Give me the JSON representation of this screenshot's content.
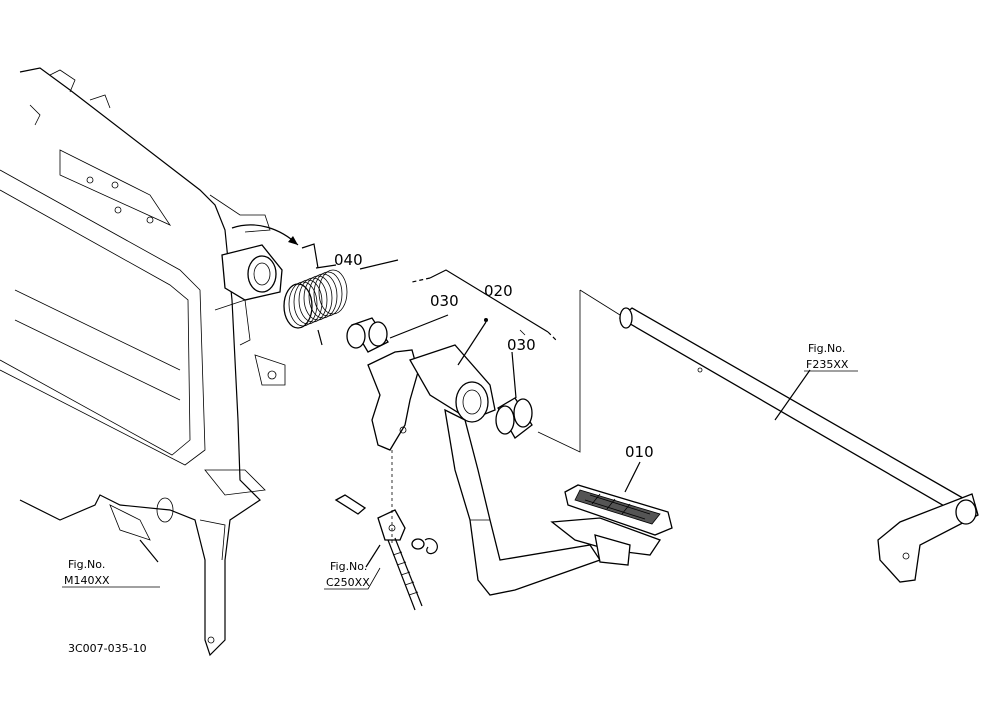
{
  "callouts": {
    "p010": "010",
    "p020": "020",
    "p030a": "030",
    "p030b": "030",
    "p040": "040"
  },
  "refs": {
    "fig_label": "Fig.No.",
    "m140": "M140XX",
    "c250": "C250XX",
    "f235": "F235XX"
  },
  "drawing_code": "3C007-035-10"
}
